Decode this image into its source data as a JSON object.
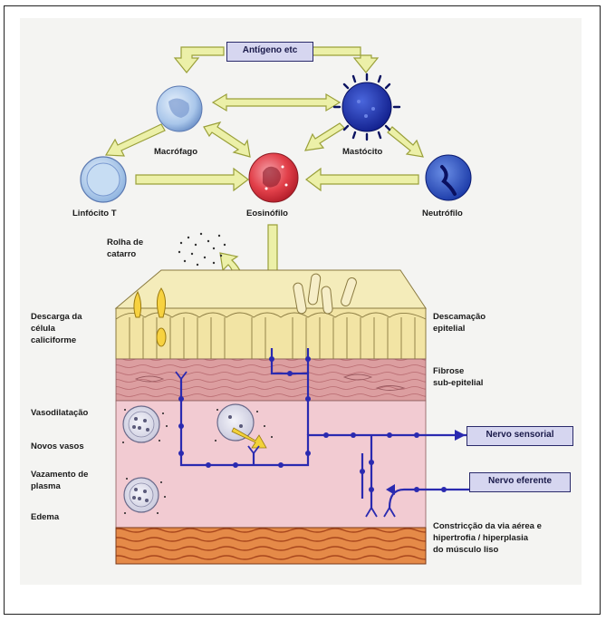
{
  "labels": {
    "antigens": "Antígeno etc",
    "macrophage": "Macrófago",
    "mast_cell": "Mastócito",
    "t_lymphocyte": "Linfócito T",
    "eosinophil": "Eosinófilo",
    "neutrophil": "Neutrófilo",
    "mucus_plugs_line1": "Rolha de",
    "mucus_plugs_line2": "catarro",
    "goblet_discharge_line1": "Descarga da",
    "goblet_discharge_line2": "célula",
    "goblet_discharge_line3": "caliciforme",
    "vasodilation": "Vasodilatação",
    "new_vessels": "Novos vasos",
    "plasma_leak_line1": "Vazamento de",
    "plasma_leak_line2": "plasma",
    "edema": "Edema",
    "epithelial_shedding_line1": "Descamação",
    "epithelial_shedding_line2": "epitelial",
    "subepithelial_fibrosis_line1": "Fibrose",
    "subepithelial_fibrosis_line2": "sub-epitelial",
    "sensory_nerve": "Nervo sensorial",
    "efferent_nerve": "Nervo eferente",
    "constriction_line1": "Constricção da via aérea e",
    "constriction_line2": "hipertrofia / hiperplasia",
    "constriction_line3": "do músculo liso"
  },
  "colors": {
    "arrow_fill": "#ecf0a8",
    "arrow_stroke": "#9aa03a",
    "epithelium": "#f2e6a8",
    "submucosa_pink": "#f1c6cc",
    "fibrosis_band": "#d9989a",
    "smooth_muscle": "#e07a3c",
    "nerve": "#2a2ab0",
    "macrophage": "#aac8ec",
    "mast_cell": "#1e36b8",
    "eosinophil": "#e0303c",
    "neutrophil": "#2a52c8",
    "t_lymphocyte": "#b8d6f2"
  }
}
